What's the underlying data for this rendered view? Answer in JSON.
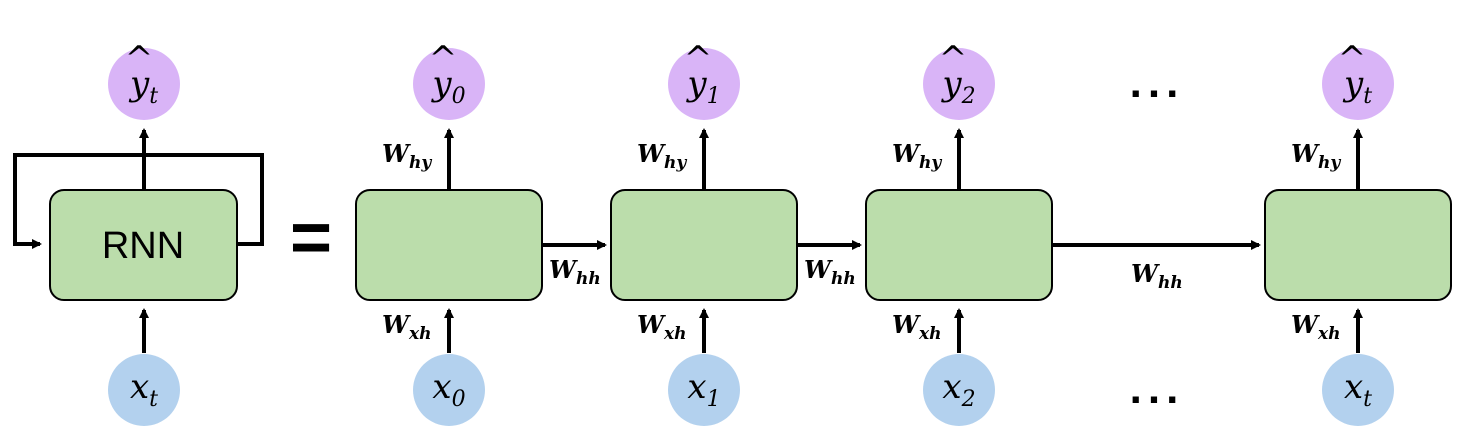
{
  "rolled": {
    "cell_label": "RNN",
    "output": {
      "base": "y",
      "hat": "^",
      "sub": "t"
    },
    "input": {
      "base": "x",
      "sub": "t"
    }
  },
  "equals": "=",
  "unrolled": [
    {
      "output": {
        "base": "y",
        "hat": "^",
        "sub": "0"
      },
      "input": {
        "base": "x",
        "sub": "0"
      },
      "w_hy": {
        "base": "W",
        "sub": "hy"
      },
      "w_xh": {
        "base": "W",
        "sub": "xh"
      },
      "w_hh": {
        "base": "W",
        "sub": "hh"
      }
    },
    {
      "output": {
        "base": "y",
        "hat": "^",
        "sub": "1"
      },
      "input": {
        "base": "x",
        "sub": "1"
      },
      "w_hy": {
        "base": "W",
        "sub": "hy"
      },
      "w_xh": {
        "base": "W",
        "sub": "xh"
      },
      "w_hh": {
        "base": "W",
        "sub": "hh"
      }
    },
    {
      "output": {
        "base": "y",
        "hat": "^",
        "sub": "2"
      },
      "input": {
        "base": "x",
        "sub": "2"
      },
      "w_hy": {
        "base": "W",
        "sub": "hy"
      },
      "w_xh": {
        "base": "W",
        "sub": "xh"
      },
      "w_hh": {
        "base": "W",
        "sub": "hh"
      }
    },
    {
      "output": {
        "base": "y",
        "hat": "^",
        "sub": "t"
      },
      "input": {
        "base": "x",
        "sub": "t"
      },
      "w_hy": {
        "base": "W",
        "sub": "hy"
      },
      "w_xh": {
        "base": "W",
        "sub": "xh"
      }
    }
  ],
  "ellipsis": "...",
  "colors": {
    "cell_fill": "#bbddab",
    "output_node": "#d9b4f7",
    "input_node": "#b3d1ee",
    "line": "#000000"
  }
}
